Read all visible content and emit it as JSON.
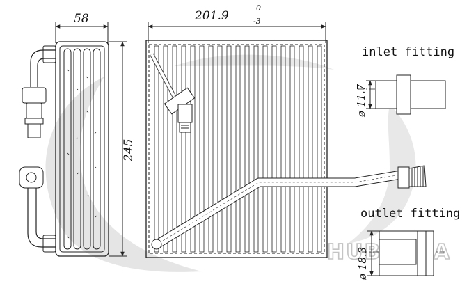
{
  "dimensions": {
    "side_width": "58",
    "front_width": "201.9",
    "tol_upper": "0",
    "tol_lower": "-3",
    "height": "245",
    "inlet_diameter": "ø 11.7",
    "outlet_diameter": "ø 18.3"
  },
  "labels": {
    "inlet": "inlet fitting",
    "outlet": "outlet fitting",
    "watermark": "HUBERDA"
  },
  "colors": {
    "line": "#222222",
    "watermark": "#c8c8c8"
  }
}
